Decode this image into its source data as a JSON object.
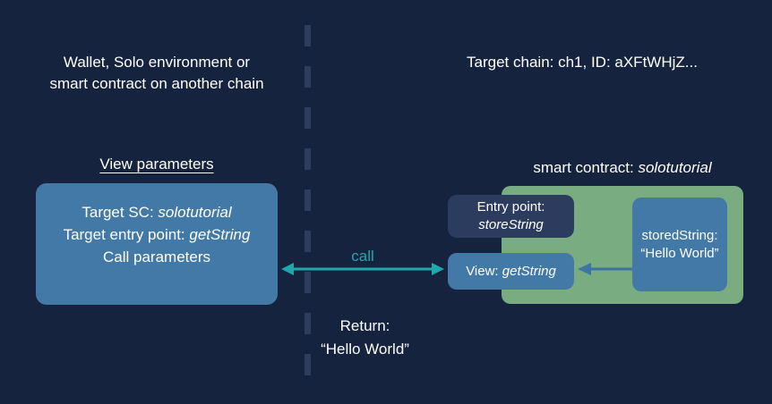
{
  "diagram": {
    "background_color": "#16233f",
    "accent_teal": "#21a7ab",
    "box_blue": "#4379a6",
    "box_green": "#79ac80",
    "box_navy": "#2c3c5e",
    "divider_color": "#2e3d5b"
  },
  "left": {
    "header": "Wallet, Solo environment or\nsmart contract on another chain",
    "view_parameters_title": "View parameters",
    "view_parameters": {
      "line1_prefix": "Target SC: ",
      "line1_emphasis": "solotutorial",
      "line2_prefix": "Target entry point: ",
      "line2_emphasis": "getString",
      "line3": "Call parameters"
    }
  },
  "center": {
    "call_label": "call",
    "return_label": "Return:\n“Hello World”",
    "call_arrow_icon": "double-headed-arrow-icon"
  },
  "right": {
    "header": "Target chain: ch1, ID: aXFtWHjZ...",
    "smart_contract_title_prefix": "smart contract: ",
    "smart_contract_title_emphasis": "solotutorial",
    "entry_point": {
      "label": "Entry point:",
      "emphasis": "storeString"
    },
    "view": {
      "label": "View: ",
      "emphasis": "getString"
    },
    "stored_string": {
      "line1": "storedString:",
      "line2": "“Hello World”"
    },
    "inner_arrow_icon": "left-arrow-icon"
  }
}
